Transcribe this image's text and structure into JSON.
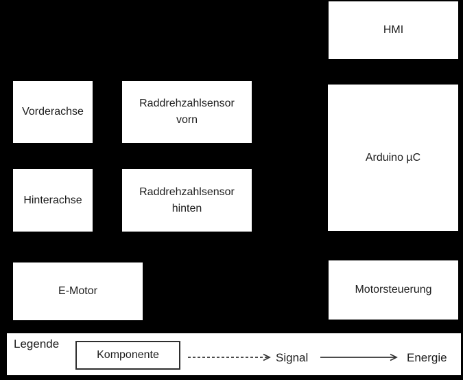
{
  "colors": {
    "background": "#000000",
    "box_fill": "#ffffff",
    "box_text": "#1c1c1c",
    "arrow": "#333333"
  },
  "boxes": {
    "hmi": {
      "label": "HMI"
    },
    "vorderachse": {
      "label": "Vorderachse"
    },
    "raddrehzahlsensor_vorn": {
      "label": "Raddrehzahlsensor\nvorn"
    },
    "hinterachse": {
      "label": "Hinterachse"
    },
    "raddrehzahlsensor_hinten": {
      "label": "Raddrehzahlsensor\nhinten"
    },
    "arduino": {
      "label": "Arduino µC"
    },
    "e_motor": {
      "label": "E-Motor"
    },
    "motorsteuerung": {
      "label": "Motorsteuerung"
    }
  },
  "legend": {
    "title": "Legende",
    "component_box_label": "Komponente",
    "signal_label": "Signal",
    "energie_label": "Energie"
  }
}
